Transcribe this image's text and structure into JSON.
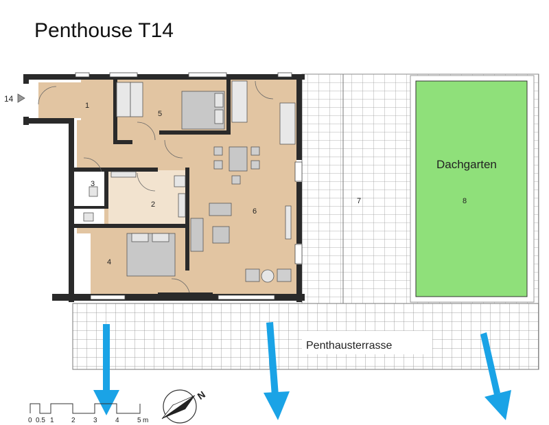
{
  "title": "Penthouse T14",
  "entrance_label": "14",
  "rooms": {
    "r1": "1",
    "r2": "2",
    "r3": "3",
    "r4": "4",
    "r5": "5",
    "r6": "6",
    "r7": "7",
    "r8": "8"
  },
  "dachgarten_label": "Dachgarten",
  "terrasse_label": "Penthausterrasse",
  "scale_bar": {
    "ticks": [
      "0",
      "0.5",
      "1",
      "2",
      "3",
      "4",
      "5"
    ],
    "unit": "m"
  },
  "north_label": "N",
  "colors": {
    "room_fill": "#e2c5a2",
    "room2_fill": "#f2e3cf",
    "garden_fill": "#8fe07a",
    "wall": "#2a2a2a",
    "arrow": "#1aa3e6",
    "paving_line": "#9a9a9a"
  }
}
